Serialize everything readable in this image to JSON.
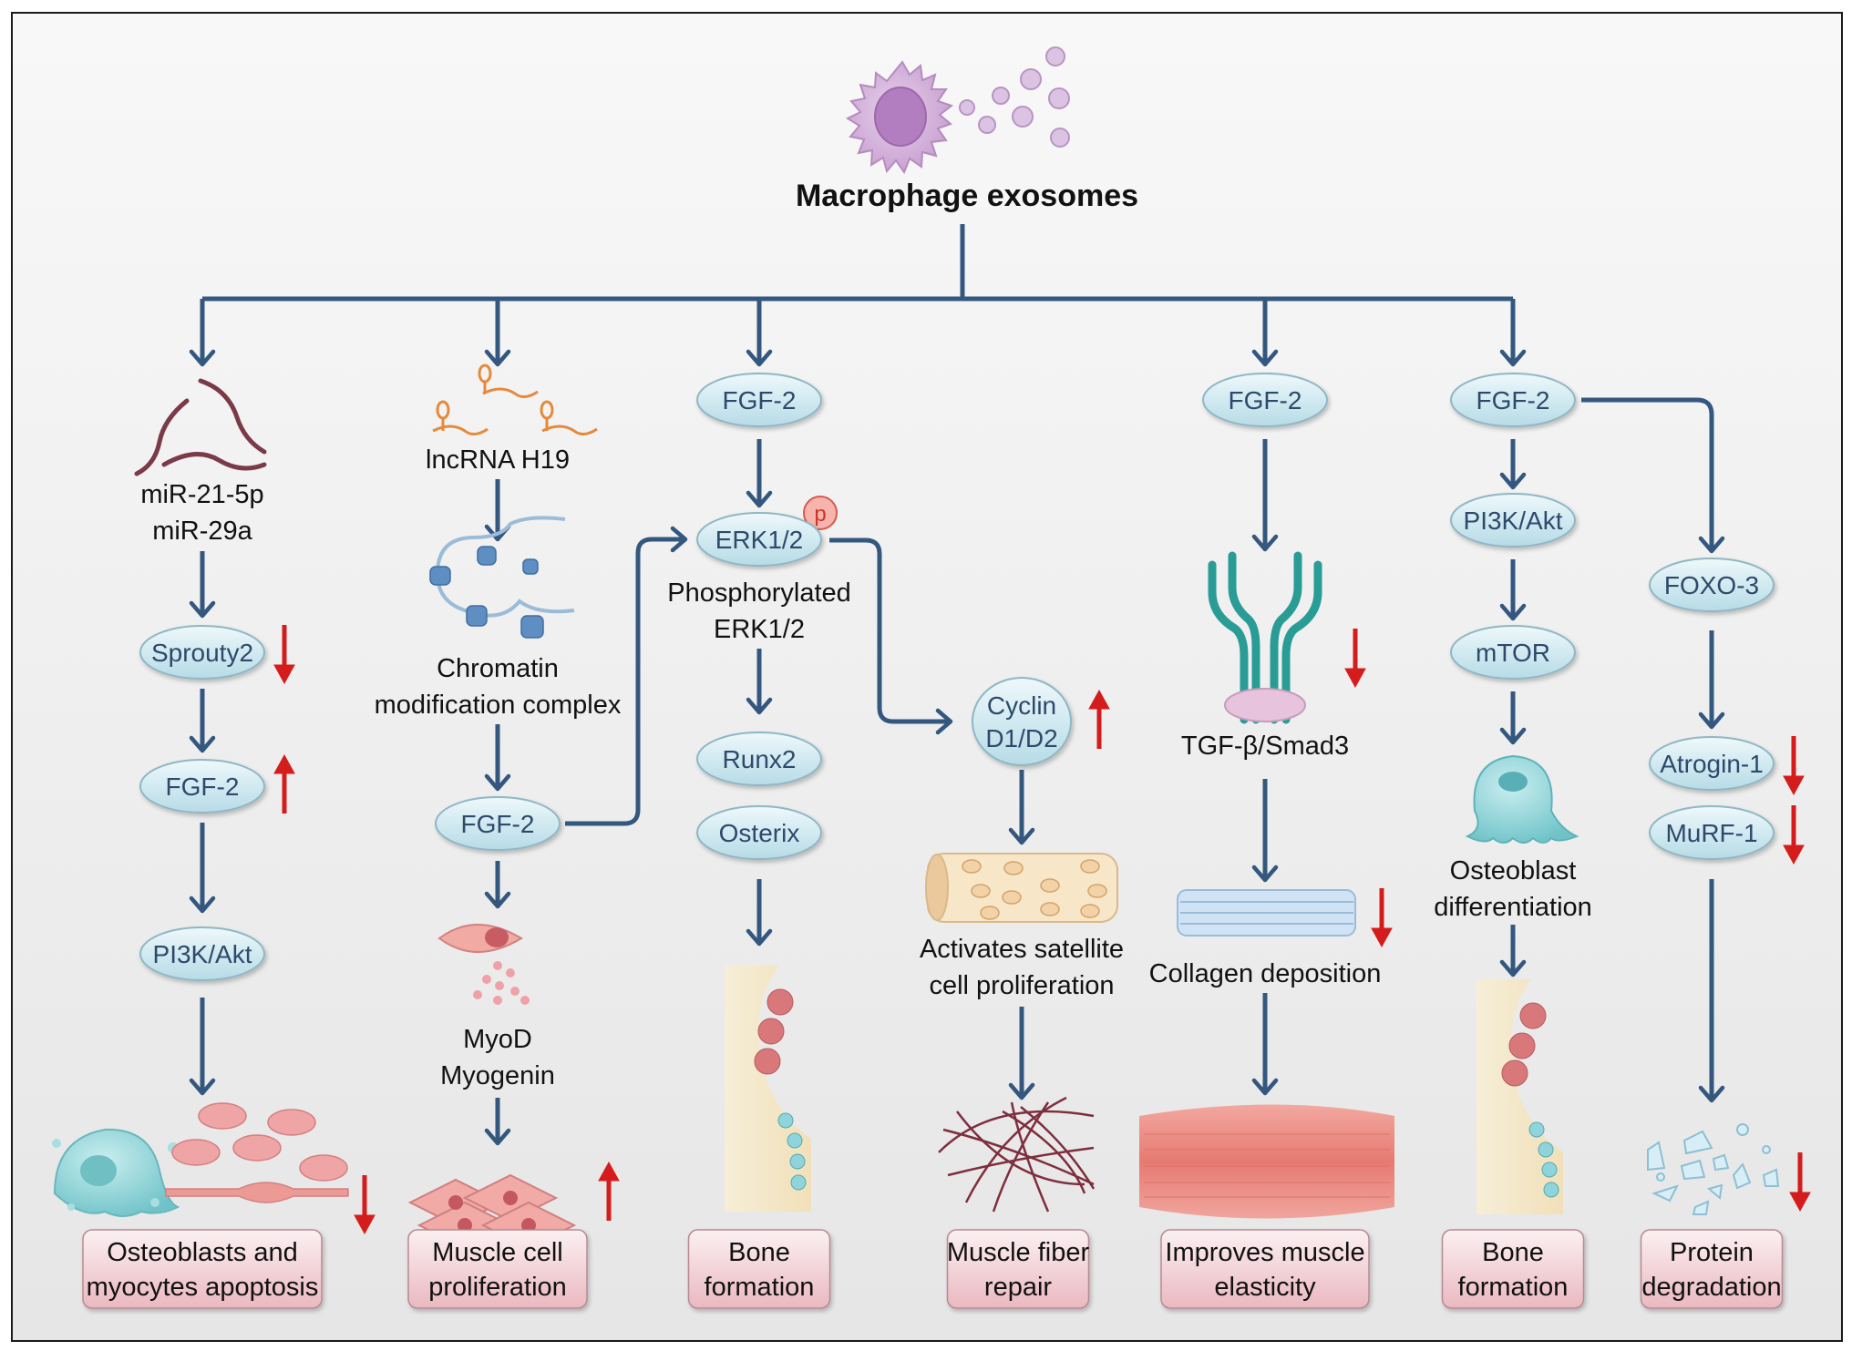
{
  "title": "Macrophage exosomes",
  "colors": {
    "connector": "#34577f",
    "node_fill": "#d6ecf3",
    "node_text": "#2d4a6b",
    "up_down_arrow": "#d51c1c",
    "outcome_box": "#f0c6cc"
  },
  "columns": [
    {
      "id": "mirna",
      "source_label": [
        "miR-21-5p",
        "miR-29a"
      ],
      "nodes": [
        {
          "label": "Sprouty2",
          "regulation": "down"
        },
        {
          "label": "FGF-2",
          "regulation": "up"
        },
        {
          "label": "PI3K/Akt",
          "regulation": ""
        }
      ],
      "outcome": {
        "lines": [
          "Osteoblasts and",
          "myocytes apoptosis"
        ],
        "regulation": "down"
      }
    },
    {
      "id": "lncrna",
      "source_label": [
        "lncRNA H19"
      ],
      "intermediate_label": [
        "Chromatin",
        "modification complex"
      ],
      "nodes": [
        {
          "label": "FGF-2",
          "regulation": ""
        }
      ],
      "factor_label": [
        "MyoD",
        "Myogenin"
      ],
      "outcome": {
        "lines": [
          "Muscle cell",
          "proliferation"
        ],
        "regulation": "up"
      }
    },
    {
      "id": "erk",
      "nodes": [
        {
          "label": "FGF-2",
          "regulation": ""
        },
        {
          "label": "ERK1/2",
          "regulation": "",
          "badge": "p"
        },
        {
          "label": "Runx2",
          "regulation": ""
        },
        {
          "label": "Osterix",
          "regulation": ""
        }
      ],
      "node_caption": [
        "Phosphorylated",
        "ERK1/2"
      ],
      "outcome": {
        "lines": [
          "Bone",
          "formation"
        ],
        "regulation": ""
      }
    },
    {
      "id": "cyclin",
      "nodes": [
        {
          "label": [
            "Cyclin",
            "D1/D2"
          ],
          "regulation": "up"
        }
      ],
      "caption": [
        "Activates satellite",
        "cell proliferation"
      ],
      "outcome": {
        "lines": [
          "Muscle fiber",
          "repair"
        ],
        "regulation": ""
      }
    },
    {
      "id": "tgf",
      "nodes": [
        {
          "label": "FGF-2",
          "regulation": ""
        }
      ],
      "receptor_label": "TGF-β/Smad3",
      "receptor_regulation": "down",
      "collagen_label": "Collagen deposition",
      "collagen_regulation": "down",
      "outcome": {
        "lines": [
          "Improves muscle",
          "elasticity"
        ],
        "regulation": ""
      }
    },
    {
      "id": "pi3k",
      "nodes": [
        {
          "label": "FGF-2",
          "regulation": ""
        },
        {
          "label": "PI3K/Akt",
          "regulation": ""
        },
        {
          "label": "mTOR",
          "regulation": ""
        }
      ],
      "cell_label": [
        "Osteoblast",
        "differentiation"
      ],
      "outcome": {
        "lines": [
          "Bone",
          "formation"
        ],
        "regulation": ""
      }
    },
    {
      "id": "foxo",
      "nodes": [
        {
          "label": "FOXO-3",
          "regulation": ""
        },
        {
          "label": "Atrogin-1",
          "regulation": "down"
        },
        {
          "label": "MuRF-1",
          "regulation": "down"
        }
      ],
      "outcome": {
        "lines": [
          "Protein",
          "degradation"
        ],
        "regulation": "down"
      }
    }
  ]
}
